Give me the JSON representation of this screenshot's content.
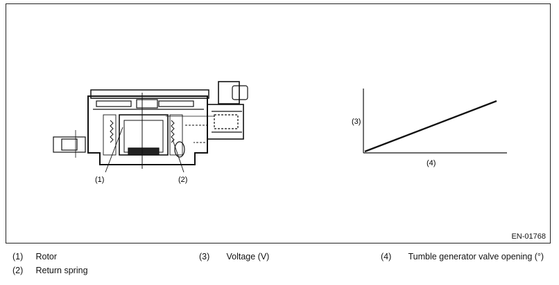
{
  "figure": {
    "callouts": {
      "rotor": "(1)",
      "return_spring": "(2)",
      "voltage_axis": "(3)",
      "opening_axis": "(4)"
    },
    "figure_id": "EN-01768"
  },
  "legend": [
    {
      "num": "(1)",
      "text": "Rotor"
    },
    {
      "num": "(2)",
      "text": "Return spring"
    },
    {
      "num": "(3)",
      "text": "Voltage (V)"
    },
    {
      "num": "(4)",
      "text": "Tumble generator valve opening (°)"
    }
  ]
}
